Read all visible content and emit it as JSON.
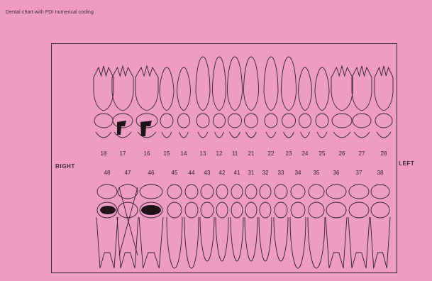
{
  "caption": "Dental chart with FDI numerical coding",
  "side_labels": {
    "right": "RIGHT",
    "left": "LEFT"
  },
  "upper_numbers": [
    "18",
    "17",
    "16",
    "15",
    "14",
    "13",
    "12",
    "11",
    "21",
    "22",
    "23",
    "24",
    "25",
    "26",
    "27",
    "28"
  ],
  "lower_numbers": [
    "48",
    "47",
    "46",
    "45",
    "44",
    "43",
    "42",
    "41",
    "31",
    "32",
    "33",
    "34",
    "35",
    "36",
    "37",
    "38"
  ],
  "colors": {
    "background": "#ef9cc2",
    "ink": "#2e2128",
    "filling": "#1e1418"
  }
}
